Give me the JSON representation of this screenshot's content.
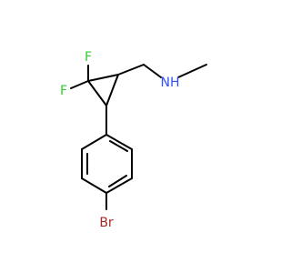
{
  "molecule": {
    "atoms": [
      {
        "id": "F1",
        "text": "F",
        "color": "#33CC33"
      },
      {
        "id": "F2",
        "text": "F",
        "color": "#33CC33"
      },
      {
        "id": "N",
        "text": "NH",
        "color": "#3050F8"
      },
      {
        "id": "Br",
        "text": "Br",
        "color": "#A62929"
      }
    ]
  }
}
